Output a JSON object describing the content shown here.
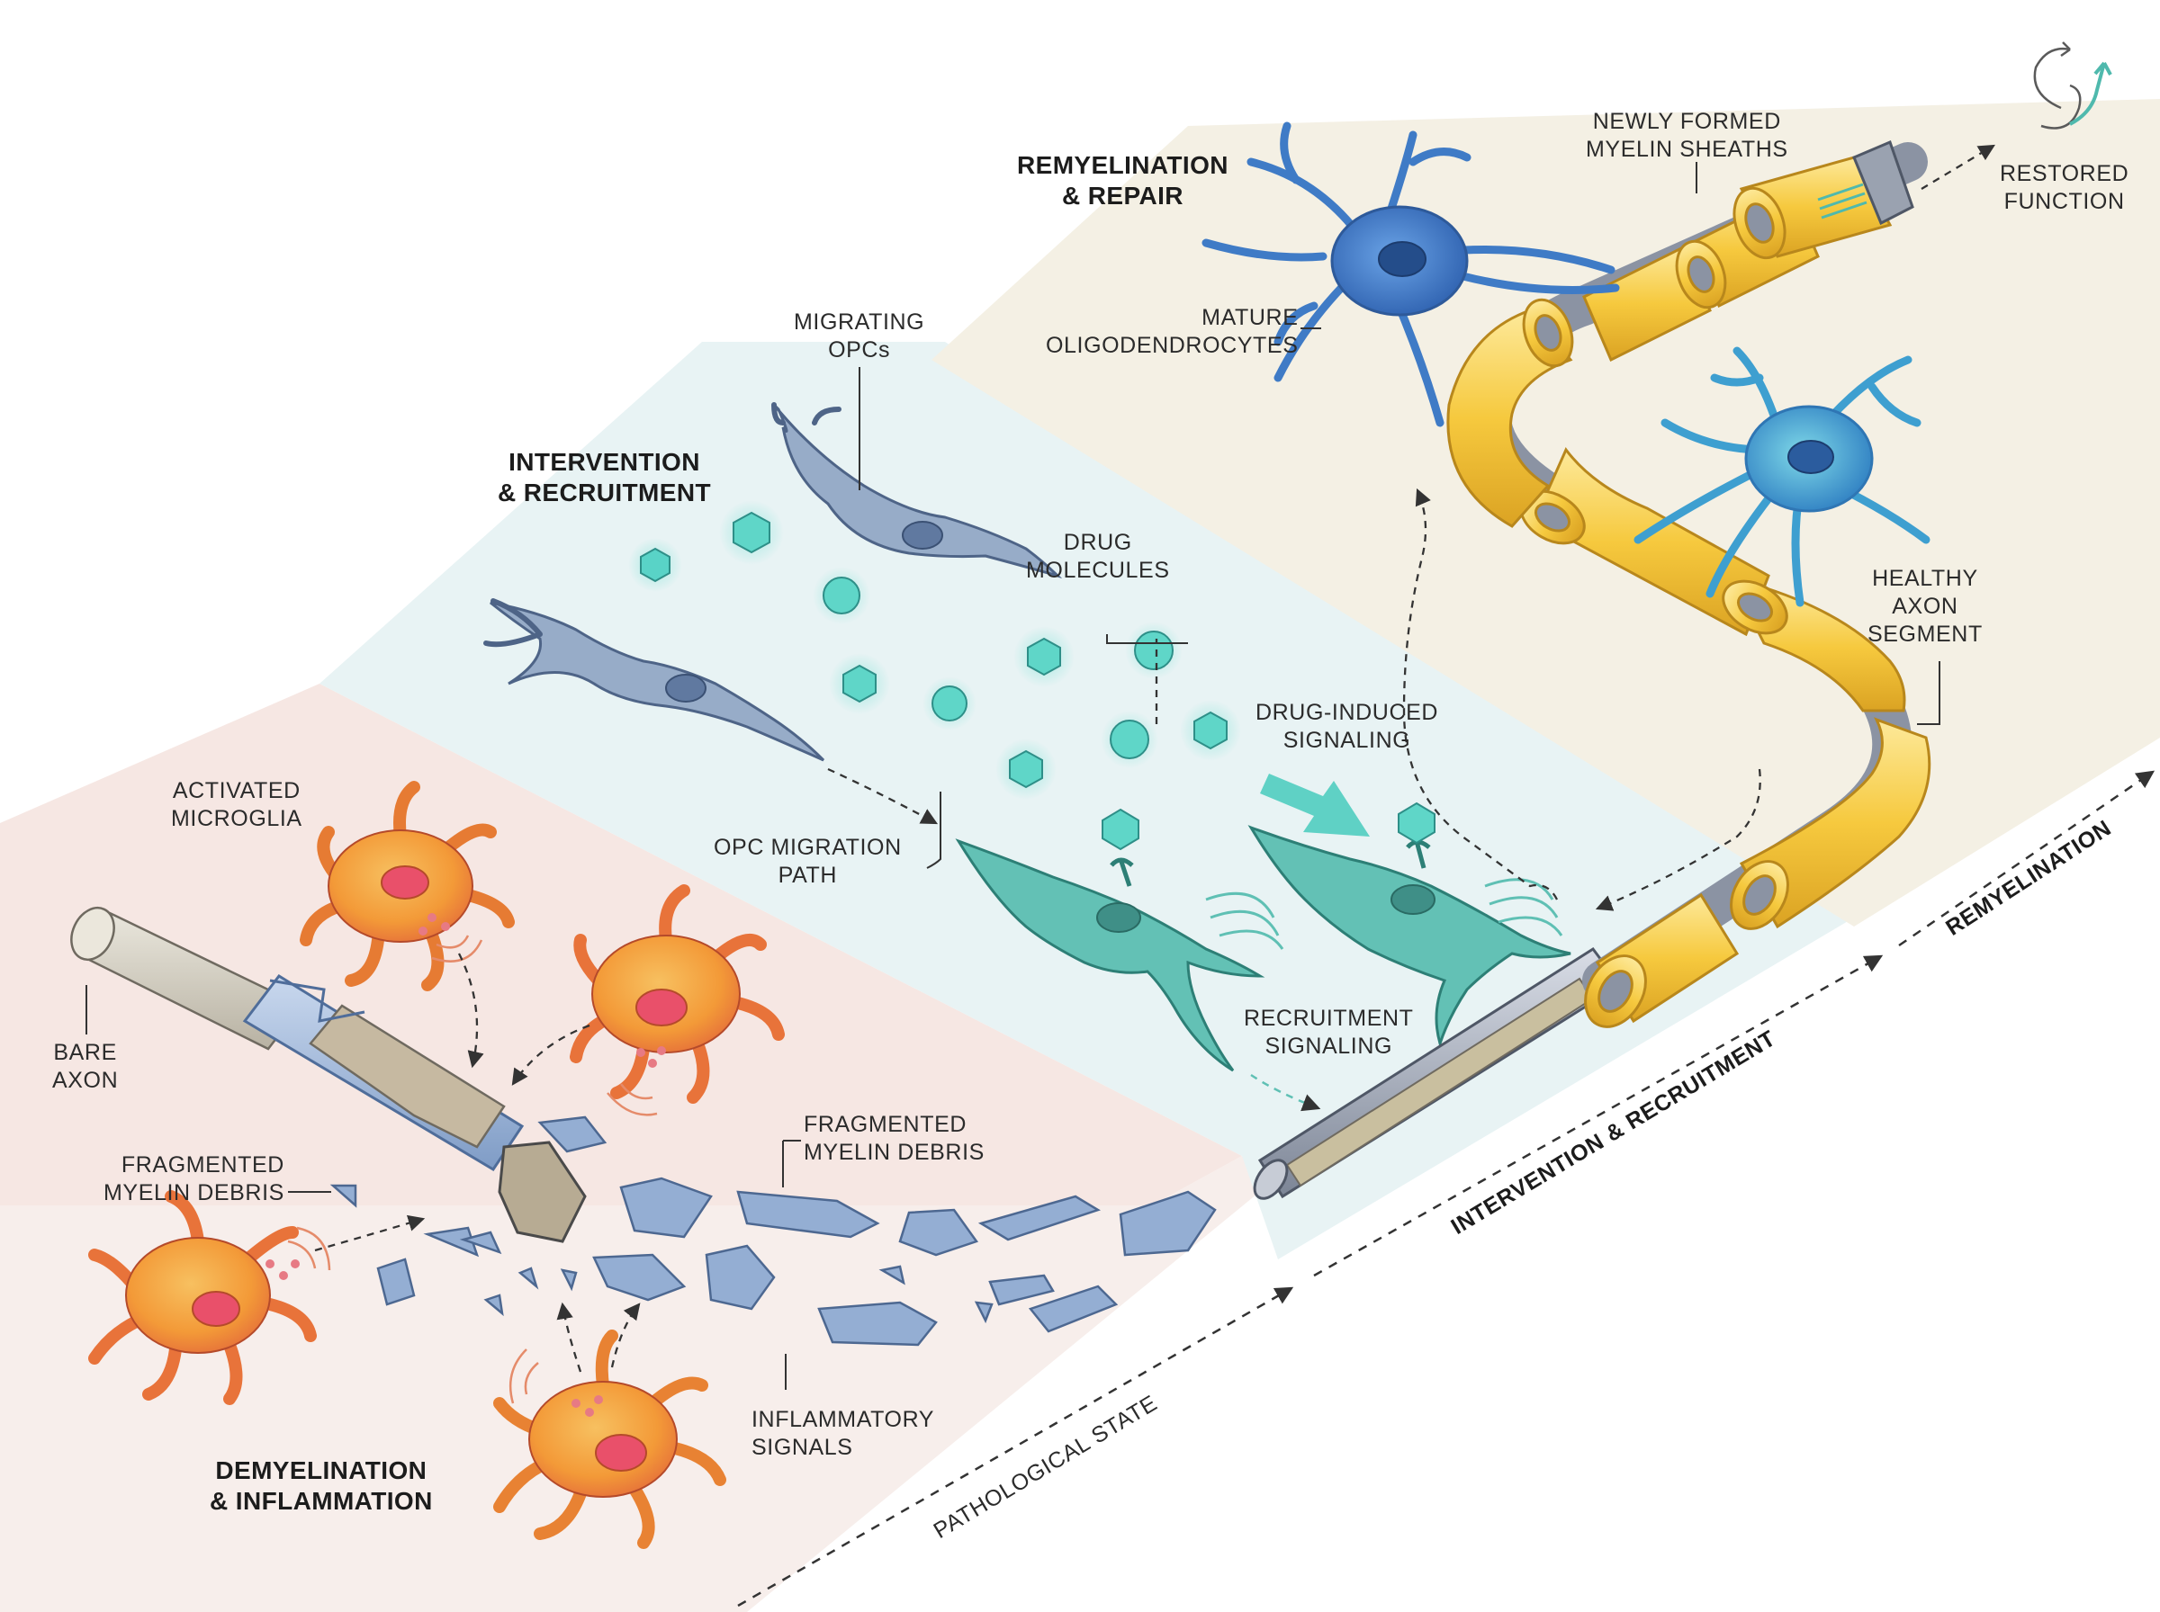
{
  "stages": {
    "demyelination": {
      "line1": "DEMYELINATION",
      "line2": "& INFLAMMATION"
    },
    "intervention": {
      "line1": "INTERVENTION",
      "line2": "& RECRUITMENT"
    },
    "remyelination": {
      "line1": "REMYELINATION",
      "line2": "& REPAIR"
    }
  },
  "labels": {
    "activated_microglia": {
      "line1": "ACTIVATED",
      "line2": "MICROGLIA"
    },
    "bare_axon": {
      "line1": "BARE",
      "line2": "AXON"
    },
    "fragmented_debris_left": {
      "line1": "FRAGMENTED",
      "line2": "MYELIN DEBRIS"
    },
    "fragmented_debris_center": {
      "line1": "FRAGMENTED",
      "line2": "MYELIN DEBRIS"
    },
    "inflammatory_signals": {
      "line1": "INFLAMMATORY",
      "line2": "SIGNALS"
    },
    "migrating_opcs": {
      "line1": "MIGRATING",
      "line2": "OPCs"
    },
    "drug_molecules": {
      "line1": "DRUG",
      "line2": "MOLECULES"
    },
    "opc_migration_path": {
      "line1": "OPC MIGRATION",
      "line2": "PATH"
    },
    "drug_induced_signaling": {
      "line1": "DRUG-INDUCED",
      "line2": "SIGNALING"
    },
    "recruitment_signaling": {
      "line1": "RECRUITMENT",
      "line2": "SIGNALING"
    },
    "mature_oligodendrocytes": {
      "line1": "MATURE",
      "line2": "OLIGODENDROCYTES"
    },
    "newly_formed_sheaths": {
      "line1": "NEWLY FORMED",
      "line2": "MYELIN SHEATHS"
    },
    "restored_function": {
      "line1": "RESTORED",
      "line2": "FUNCTION"
    },
    "healthy_axon_segment": {
      "line1": "HEALTHY",
      "line2": "AXON",
      "line3": "SEGMENT"
    }
  },
  "axis": {
    "pathological": "PATHOLOGICAL STATE",
    "intervention": "INTERVENTION & RECRUITMENT",
    "remyelination": "REMYELINATION"
  },
  "colors": {
    "microglia": "#f2a23a",
    "microglia_edge": "#e2683a",
    "opc": "#8fa6c4",
    "opc_activated": "#5fc0b4",
    "drug": "#59d3c7",
    "myelin": "#f5c742",
    "oligodendrocyte": "#3f7bc6",
    "debris": "#8eaad0"
  }
}
